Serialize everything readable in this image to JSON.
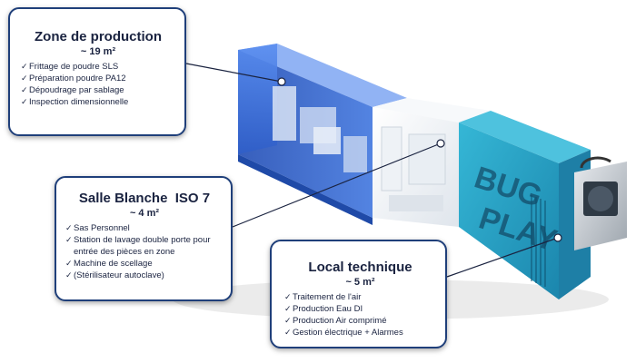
{
  "callouts": {
    "production": {
      "title": "Zone de production",
      "area": "~ 19 m²",
      "items": [
        "Frittage de poudre SLS",
        "Préparation poudre PA12",
        "Dépoudrage par sablage",
        "Inspection dimensionnelle"
      ]
    },
    "clean_room": {
      "title": "Salle Blanche  ISO 7",
      "area": "~ 4 m²",
      "items": [
        "Sas Personnel",
        "Station de lavage double porte pour entrée des pièces en zone",
        "Machine de scellage",
        "(Stérilisateur autoclave)"
      ]
    },
    "technical": {
      "title": "Local technique",
      "area": "~ 5 m²",
      "items": [
        "Traitement de l'air",
        "Production Eau DI",
        "Production Air comprimé",
        "Gestion électrique + Alarmes"
      ]
    }
  },
  "container_graphic_text": "BUG PLAY",
  "colors": {
    "production_zone": "#3a6ed8",
    "clean_room": "#f4f6f8",
    "tech_room": "#2aa3c7",
    "callout_border": "#1f3f7a"
  }
}
